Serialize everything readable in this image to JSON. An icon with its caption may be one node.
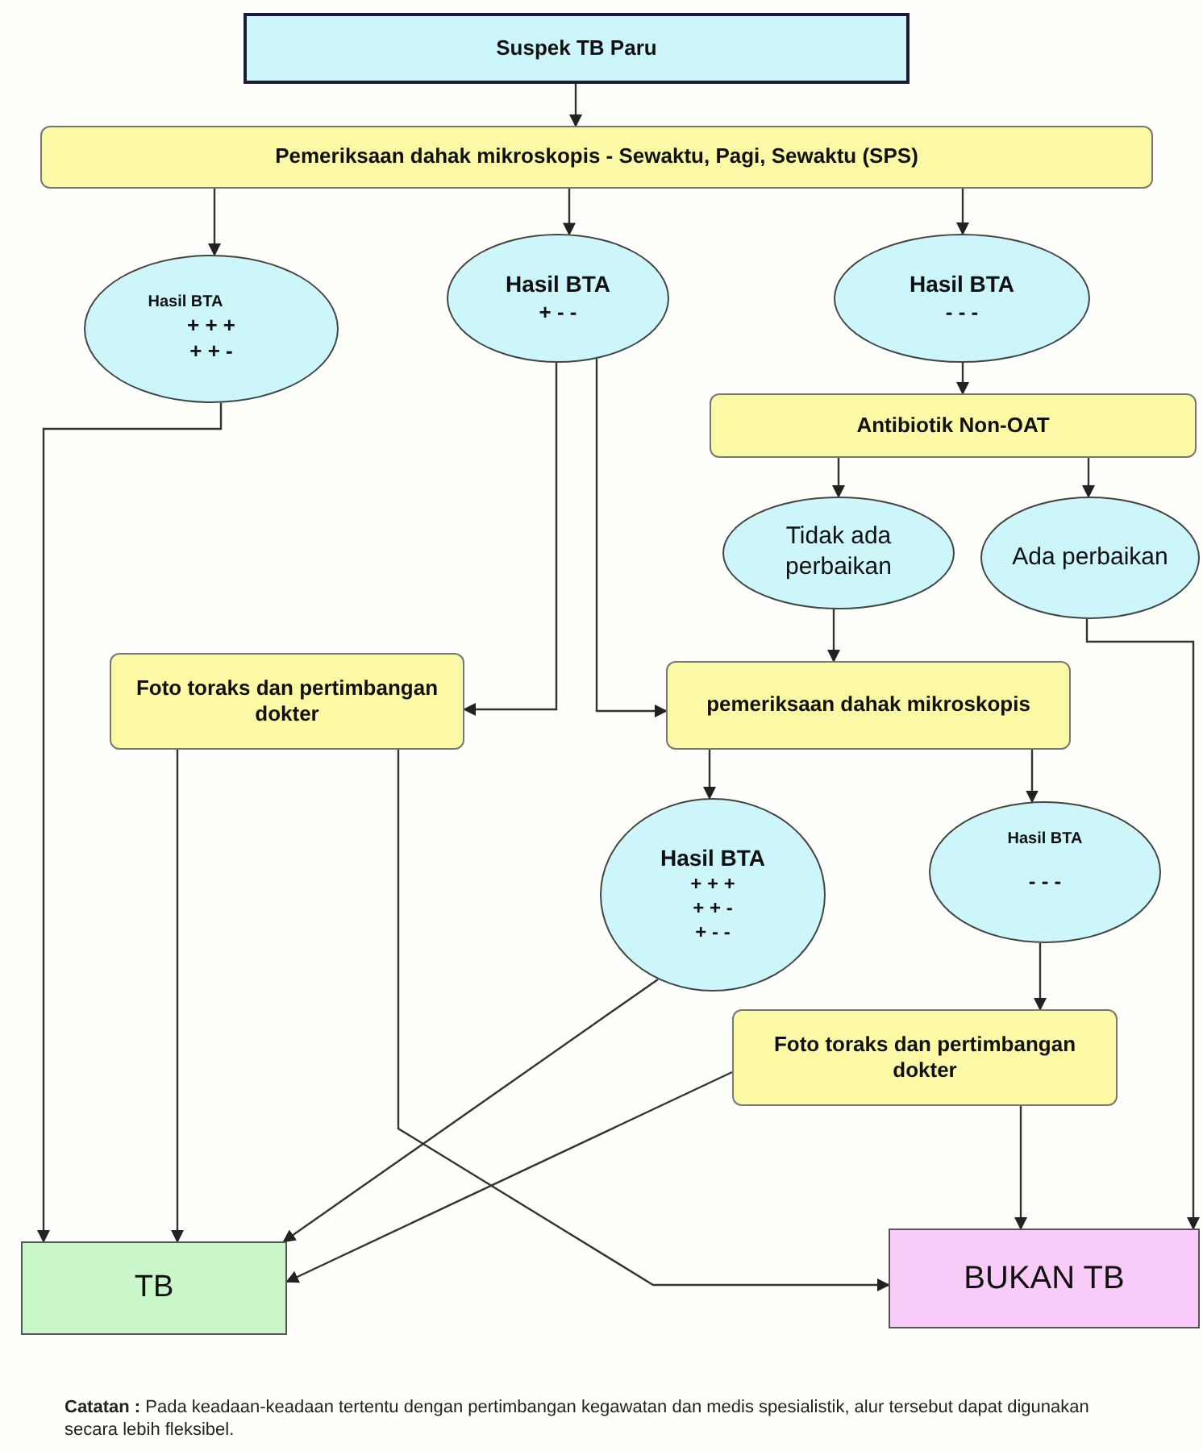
{
  "diagram": {
    "caption": "**Catatan :** Pada keadaan-keadaan tertentu dengan pertimbangan kegawatan dan medis spesialistik, alur tersebut dapat digunakan secara lebih fleksibel.",
    "nodes": [
      {
        "text": [
          "Suspek TB Paru"
        ]
      },
      {
        "text": [
          "Pemeriksaan dahak mikroskopis - Sewaktu, Pagi, Sewaktu (SPS)"
        ]
      },
      {
        "text": [
          "Hasil BTA",
          "+ + +",
          "+ + -"
        ]
      },
      {
        "text": [
          "Hasil BTA",
          "+ - -"
        ]
      },
      {
        "text": [
          "Hasil BTA",
          "- - -"
        ]
      },
      {
        "text": [
          "Antibiotik Non-OAT"
        ]
      },
      {
        "text": [
          "Tidak ada perbaikan"
        ]
      },
      {
        "text": [
          "Ada perbaikan"
        ]
      },
      {
        "text": [
          "Foto toraks dan pertimbangan dokter"
        ]
      },
      {
        "text": [
          "pemeriksaan dahak mikroskopis"
        ]
      },
      {
        "text": [
          "Hasil BTA",
          "+ + +",
          "+ + -",
          "+ - -"
        ]
      },
      {
        "text": [
          "Hasil BTA",
          "- - -"
        ]
      },
      {
        "text": [
          "Foto toraks dan pertimbangan dokter"
        ]
      },
      {
        "text": [
          "TB"
        ]
      },
      {
        "text": [
          "BUKAN TB"
        ]
      }
    ],
    "edges": [
      {
        "from": 0,
        "to": 1,
        "arrow": "to"
      },
      {
        "from": 1,
        "to": 2,
        "arrow": "to"
      },
      {
        "from": 1,
        "to": 3,
        "arrow": "to"
      },
      {
        "from": 1,
        "to": 4,
        "arrow": "to"
      },
      {
        "from": 2,
        "to": 13,
        "arrow": "to"
      },
      {
        "from": 3,
        "to": 8,
        "arrow": "to"
      },
      {
        "from": 3,
        "to": 9,
        "arrow": "to"
      },
      {
        "from": 4,
        "to": 5,
        "arrow": "to"
      },
      {
        "from": 5,
        "to": 6,
        "arrow": "to"
      },
      {
        "from": 5,
        "to": 7,
        "arrow": "to"
      },
      {
        "from": 6,
        "to": 9,
        "arrow": "to"
      },
      {
        "from": 7,
        "to": 14,
        "arrow": "to"
      },
      {
        "from": 8,
        "to": 13,
        "arrow": "to"
      },
      {
        "from": 8,
        "to": 14,
        "arrow": "to"
      },
      {
        "from": 9,
        "to": 10,
        "arrow": "to"
      },
      {
        "from": 9,
        "to": 11,
        "arrow": "to"
      },
      {
        "from": 10,
        "to": 13,
        "arrow": "to"
      },
      {
        "from": 11,
        "to": 12,
        "arrow": "to"
      },
      {
        "from": 12,
        "to": 13,
        "arrow": "to"
      },
      {
        "from": 12,
        "to": 14,
        "arrow": "to"
      }
    ]
  }
}
